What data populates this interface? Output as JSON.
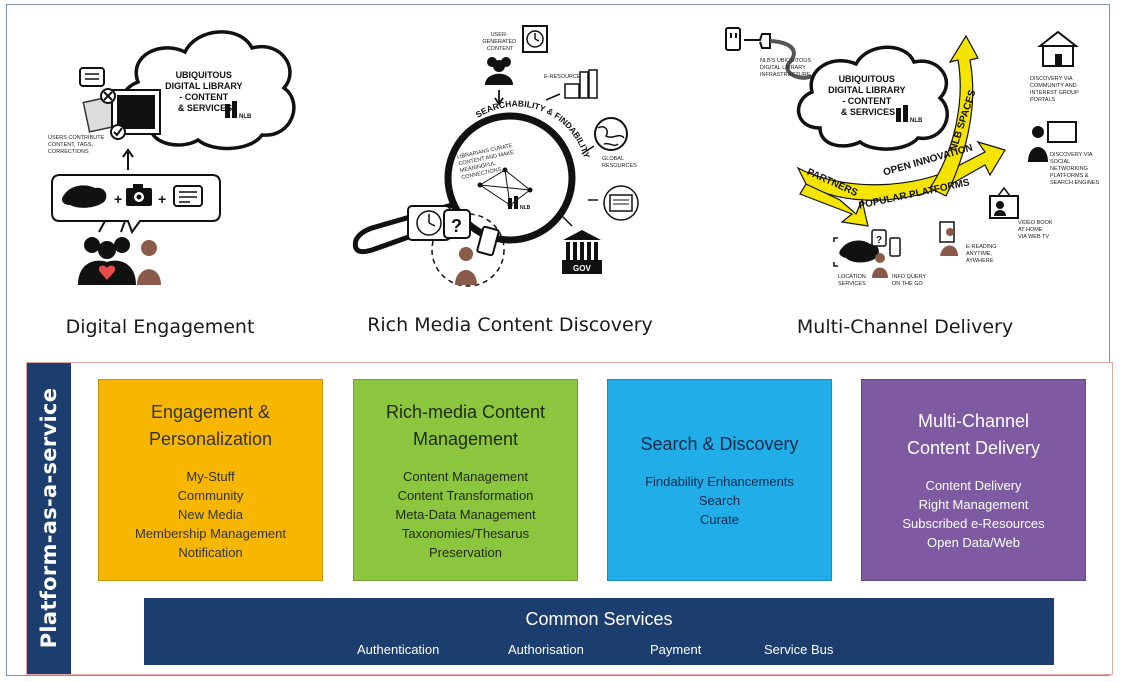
{
  "headings": {
    "engagement": "Digital Engagement",
    "discovery": "Rich Media Content Discovery",
    "delivery": "Multi-Channel Delivery"
  },
  "illustration": {
    "cloud_left": [
      "UBIQUITOUS",
      "DIGITAL LIBRARY",
      "- CONTENT",
      "& SERVICES"
    ],
    "cloud_right": [
      "UBIQUITOUS",
      "DIGITAL LIBRARY",
      "- CONTENT",
      "& SERVICES"
    ],
    "nlb": "NLB",
    "users_contribute": [
      "USERS CONTRIBUTE",
      "CONTENT, TAGS,",
      "CORRECTIONS"
    ],
    "user_generated": [
      "USER-",
      "GENERATED",
      "CONTENT"
    ],
    "e_resources": "E-RESOURCES",
    "searchability": "SEARCHABILITY & FINDABILITY",
    "librarians_curate": [
      "LIBRARIANS CURATE",
      "CONTENT AND MAKE",
      "MEANINGFUL",
      "CONNECTIONS"
    ],
    "global_resources": [
      "GLOBAL",
      "RESOURCES"
    ],
    "gov": "GOV",
    "infrastructure": [
      "NLB'S UBIQUITOUS",
      "DIGITAL LIBRARY",
      "INFRASTRUCTURE"
    ],
    "nlb_spaces": "NLB SPACES",
    "open_innovation": "OPEN INNOVATION",
    "popular_platforms": "POPULAR PLATFORMS",
    "partners": "PARTNERS",
    "discovery_portals": [
      "DISCOVERY VIA",
      "COMMUNITY AND",
      "INTEREST GROUP",
      "PORTALS"
    ],
    "discovery_social": [
      "DISCOVERY VIA",
      "SOCIAL",
      "NETWORKING",
      "PLATFORMS &",
      "SEARCH ENGINES"
    ],
    "video_book": [
      "VIDEO BOOK",
      "AT HOME",
      "VIA WEB TV"
    ],
    "e_reading": [
      "E-READING",
      "ANYTIME,",
      "AYWHERE"
    ],
    "location_services": [
      "LOCATION",
      "SERVICES"
    ],
    "info_query": [
      "INFO QUERY",
      "ON THE GO"
    ]
  },
  "platform_label": "Platform-as-a-service",
  "services": [
    {
      "title": "Engagement &\nPersonalization",
      "items": [
        "My-Stuff",
        "Community",
        "New Media",
        "Membership Management",
        "Notification"
      ]
    },
    {
      "title": "Rich-media Content\nManagement",
      "items": [
        "Content Management",
        "Content Transformation",
        "Meta-Data Management",
        "Taxonomies/Thesarus",
        "Preservation"
      ]
    },
    {
      "title": "Search & Discovery",
      "items": [
        "Findability Enhancements",
        "Search",
        "Curate"
      ]
    },
    {
      "title": "Multi-Channel\nContent Delivery",
      "items": [
        "Content Delivery",
        "Right Management",
        "Subscribed e-Resources",
        "Open Data/Web"
      ]
    }
  ],
  "common_services": {
    "title": "Common Services",
    "items": [
      "Authentication",
      "Authorisation",
      "Payment",
      "Service Bus"
    ]
  },
  "colors": {
    "navy": "#1c3e6f",
    "orange": "#f7b700",
    "green": "#8cc63e",
    "blue": "#21aee8",
    "purple": "#7e5aa2",
    "arrow_yellow": "#f5e400"
  }
}
